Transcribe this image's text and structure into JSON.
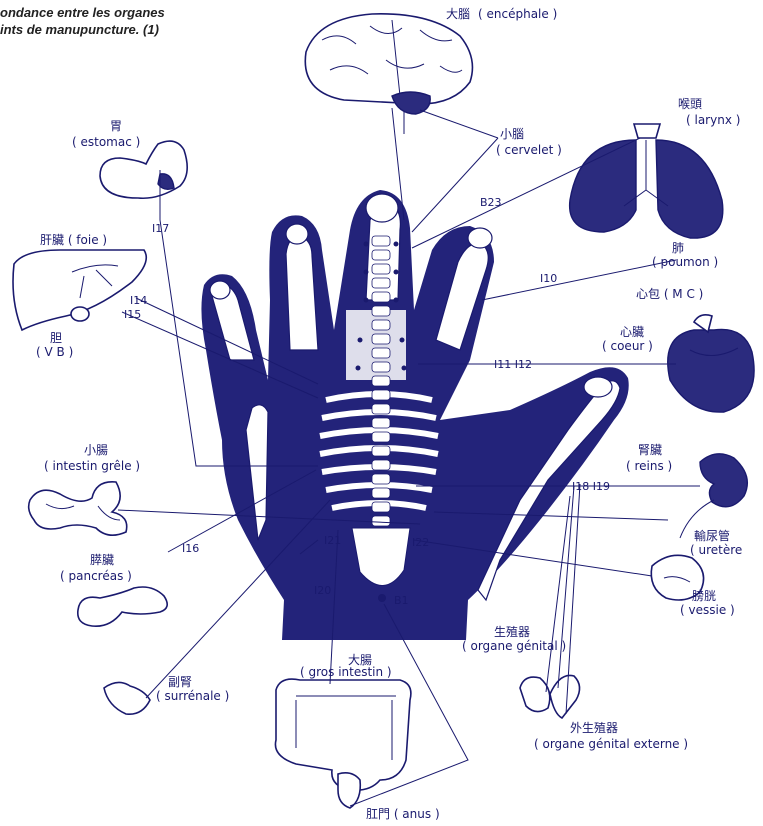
{
  "title": {
    "line1": "ondance entre les organes",
    "line2": "ints de manupuncture. (1)"
  },
  "organs": {
    "brain": {
      "cjk": "大腦",
      "fr": "( encéphale )"
    },
    "cerebellum": {
      "cjk": "小腦",
      "fr": "( cervelet )"
    },
    "larynx": {
      "cjk": "喉頭",
      "fr": "( larynx )"
    },
    "lung": {
      "cjk": "肺",
      "fr": "( poumon )"
    },
    "mc": {
      "text": "心包 ( M C )"
    },
    "heart": {
      "cjk": "心臟",
      "fr": "( coeur )"
    },
    "stomach": {
      "cjk": "胃",
      "fr": "( estomac )"
    },
    "liver": {
      "text": "肝臟 ( foie )"
    },
    "gallbladder": {
      "cjk": "胆",
      "fr": "( V B )"
    },
    "small_intestine": {
      "cjk": "小腸",
      "fr": "( intestin grêle )"
    },
    "kidney": {
      "cjk": "腎臟",
      "fr": "( reins )"
    },
    "ureter": {
      "cjk": "輸尿管",
      "fr": "( uretère"
    },
    "pancreas": {
      "cjk": "膵臟",
      "fr": "( pancréas )"
    },
    "bladder": {
      "cjk": "膀胱",
      "fr": "( vessie )"
    },
    "genital": {
      "cjk": "生殖器",
      "fr": "( organe génital  )"
    },
    "large_intestine": {
      "cjk": "大腸",
      "fr": "( gros intestin )"
    },
    "adrenal": {
      "cjk": "副腎",
      "fr": "( surrénale )"
    },
    "external_genital": {
      "cjk": "外生殖器",
      "fr": "( organe génital   externe )"
    },
    "anus": {
      "text": "肛門 ( anus )"
    }
  },
  "points": {
    "b23": "B23",
    "i17": "I17",
    "i14": "I14",
    "i15": "I15",
    "i10": "I10",
    "i11_i12": "I11  I12",
    "i18_i19": "I18  I19",
    "i16": "I16",
    "i21": "I21",
    "i22": "I22",
    "i20": "I20",
    "b1": "B1"
  },
  "colors": {
    "ink": "#1a1a6e",
    "hand": "#23237a",
    "bone": "#ffffff"
  }
}
